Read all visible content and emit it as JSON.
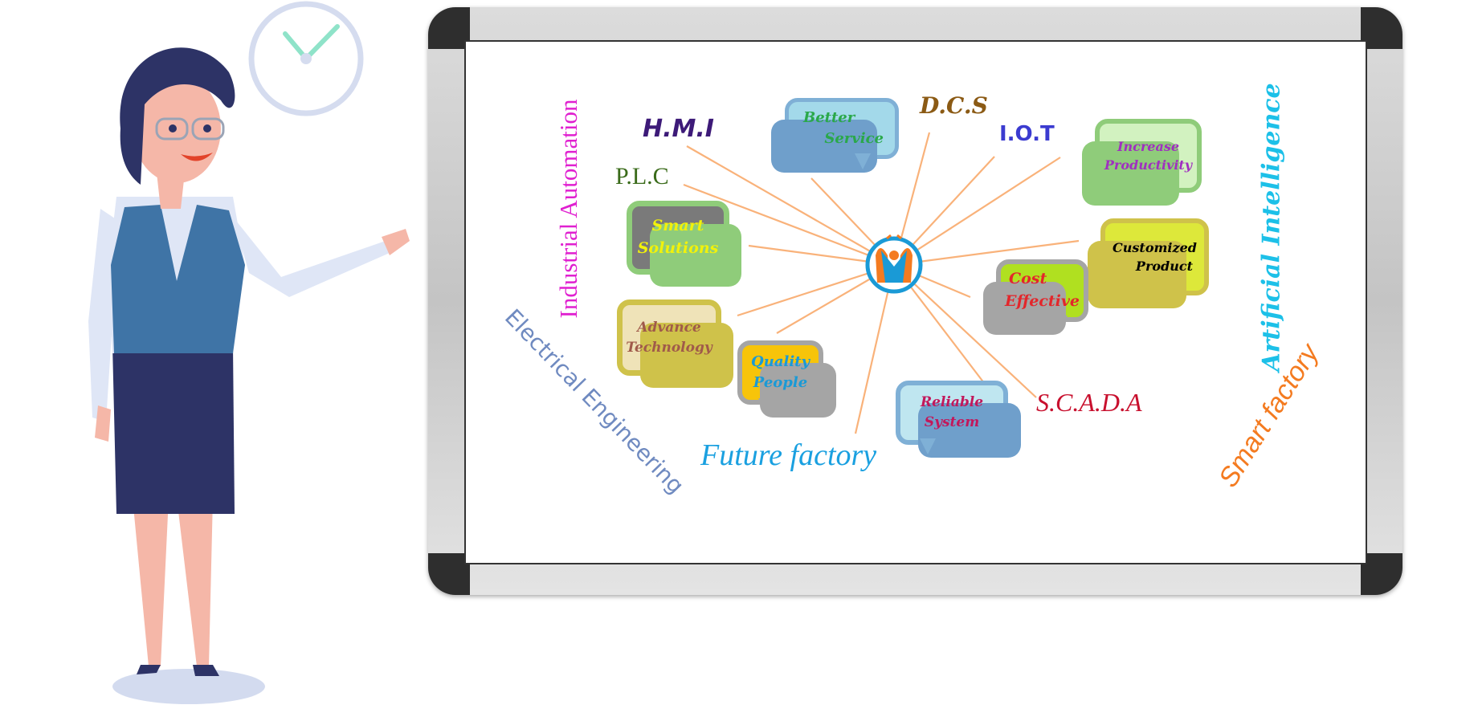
{
  "diagram": {
    "hub_icon": "person-arms-raised-logo",
    "tech_labels": {
      "hmi": "H.M.I",
      "plc": "P.L.C",
      "dcs": "D.C.S",
      "iot": "I.O.T",
      "scada": "S.C.A.D.A"
    },
    "bubbles": {
      "better_service": [
        "Better",
        "Service"
      ],
      "increase_productivity": [
        "Increase",
        "Productivity"
      ],
      "customized_product": [
        "Customized",
        "Product"
      ],
      "cost_effective": [
        "Cost",
        "Effective"
      ],
      "smart_solutions": [
        "Smart",
        "Solutions"
      ],
      "advance_technology": [
        "Advance",
        "Technology"
      ],
      "quality_people": [
        "Quality",
        "People"
      ],
      "reliable_system": [
        "Reliable",
        "System"
      ]
    },
    "side_labels": {
      "industrial_automation": "Industrial Automation",
      "electrical_engineering": "Electrical Engineering",
      "future_factory": "Future factory",
      "artificial_intelligence": "Artificial Intelligence",
      "smart_factory": "Smart factory"
    }
  },
  "colors": {
    "connector": "#f9b27a",
    "accent_orange": "#f47b20",
    "accent_blue": "#1a9ad6"
  }
}
